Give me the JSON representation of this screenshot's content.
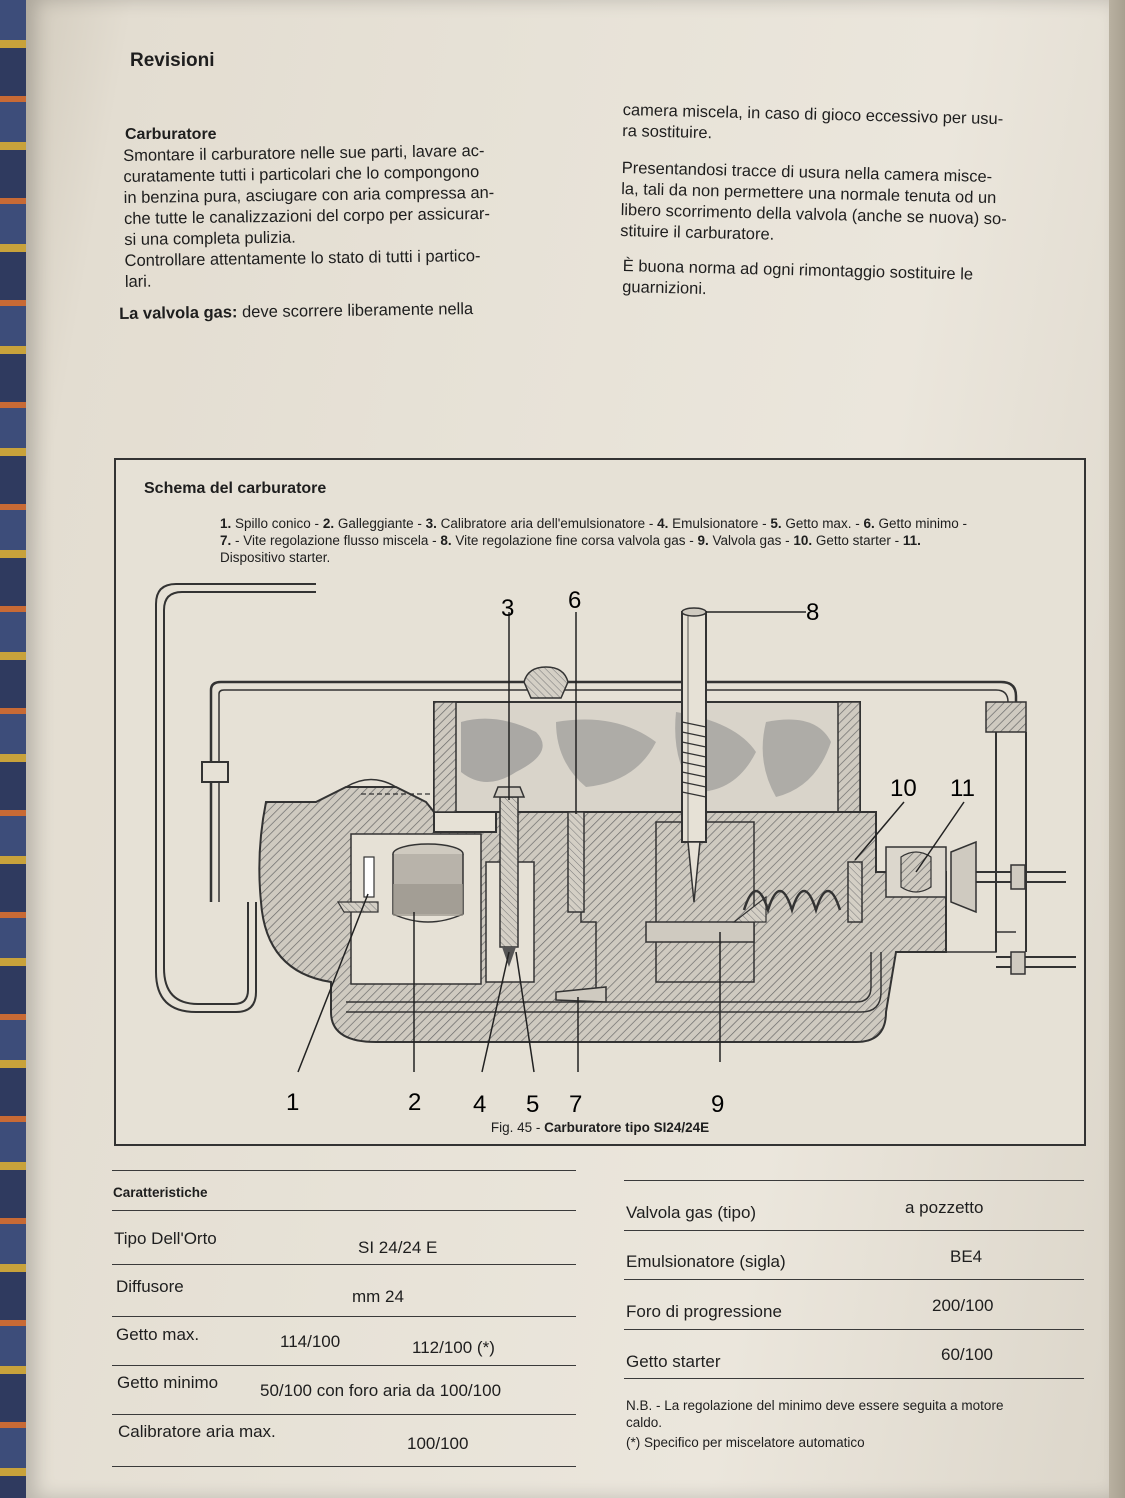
{
  "section_title": "Revisioni",
  "subsection_title": "Carburatore",
  "left_col": {
    "paragraph1": "Smontare il carburatore nelle sue parti, lavare ac-\ncuratamente tutti i particolari che lo compongono\nin benzina pura, asciugare con aria compressa an-\nche tutte le canalizzazioni del corpo per assicurar-\nsi una completa pulizia.\nControllare attentamente lo stato di tutti i partico-\nlari.",
    "valve_label": "La valvola gas:",
    "valve_text": " deve scorrere liberamente nella"
  },
  "right_col": {
    "paragraph1": "camera miscela, in caso di gioco eccessivo per usu-\nra sostituire.",
    "paragraph2": "Presentandosi tracce di usura nella camera misce-\nla, tali da non permettere una normale tenuta od un\nlibero scorrimento della valvola (anche se nuova) so-\nstituire il carburatore.",
    "paragraph3": "È buona norma ad ogni rimontaggio sostituire le\nguarnizioni."
  },
  "figure": {
    "title": "Schema del carburatore",
    "legend": [
      {
        "num": "1.",
        "text": " Spillo conico - "
      },
      {
        "num": "2.",
        "text": " Galleggiante - "
      },
      {
        "num": "3.",
        "text": " Calibratore aria dell'emulsionatore - "
      },
      {
        "num": "4.",
        "text": " Emulsionatore - "
      },
      {
        "num": "5.",
        "text": " Getto max. - "
      },
      {
        "num": "6.",
        "text": " Getto minimo - "
      },
      {
        "num": "7.",
        "text": " - Vite regolazione flusso miscela - "
      },
      {
        "num": "8.",
        "text": " Vite regolazione fine corsa valvola gas - "
      },
      {
        "num": "9.",
        "text": " Valvola gas - "
      },
      {
        "num": "10.",
        "text": " Getto starter - "
      },
      {
        "num": "11.",
        "text": " Dispositivo starter."
      }
    ],
    "labels": [
      "1",
      "2",
      "3",
      "4",
      "5",
      "6",
      "7",
      "8",
      "9",
      "10",
      "11"
    ],
    "caption_prefix": "Fig. 45 - ",
    "caption_bold": "Carburatore tipo SI24/24E"
  },
  "specs_left": {
    "header": "Caratteristiche",
    "rows": [
      {
        "label": "Tipo Dell'Orto",
        "v1": "SI 24/24 E",
        "v2": ""
      },
      {
        "label": "Diffusore",
        "v1": "mm 24",
        "v2": ""
      },
      {
        "label": "Getto max.",
        "v1": "114/100",
        "v2": "112/100 (*)"
      },
      {
        "label": "Getto minimo",
        "v1": "50/100 con foro aria da 100/100",
        "v2": ""
      },
      {
        "label": "Calibratore aria max.",
        "v1": "100/100",
        "v2": ""
      }
    ]
  },
  "specs_right": {
    "rows": [
      {
        "label": "Valvola gas (tipo)",
        "value": "a pozzetto"
      },
      {
        "label": "Emulsionatore (sigla)",
        "value": "BE4"
      },
      {
        "label": "Foro di progressione",
        "value": "200/100"
      },
      {
        "label": "Getto starter",
        "value": "60/100"
      }
    ],
    "note1": "N.B. - La regolazione del minimo deve essere seguita a motore\ncaldo.",
    "note2": "(*) Specifico per miscelatore automatico"
  },
  "colors": {
    "paper": "#e7e2d7",
    "ink": "#1e1e1e",
    "hatch": "#6a6a6a"
  }
}
